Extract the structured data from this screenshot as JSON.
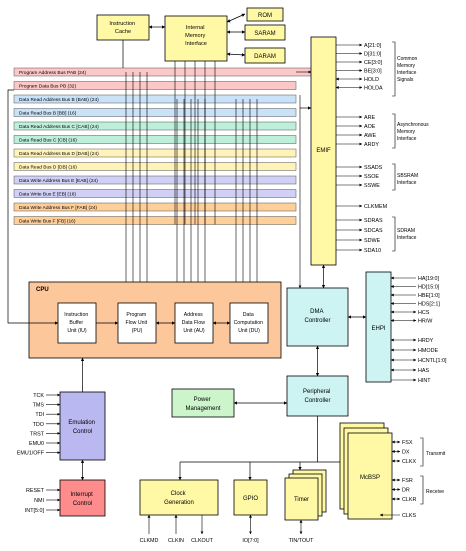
{
  "blocks": {
    "instruction_cache": [
      "Instruction",
      "Cache"
    ],
    "internal_memory_interface": [
      "Internal",
      "Memory",
      "Interface"
    ],
    "rom": "ROM",
    "saram": "SARAM",
    "daram": "DARAM",
    "emif": "EMIF",
    "cpu": "CPU",
    "ibu": [
      "Instruction",
      "Buffer",
      "Unit (IU)"
    ],
    "pu": [
      "Program",
      "Flow Unit",
      "(PU)"
    ],
    "au": [
      "Address",
      "Data Flow",
      "Unit (AU)"
    ],
    "du": [
      "Data",
      "Computation",
      "Unit (DU)"
    ],
    "dma": [
      "DMA",
      "Controller"
    ],
    "ehpi": "EHPI",
    "power_management": [
      "Power",
      "Management"
    ],
    "peripheral_controller": [
      "Peripheral",
      "Controller"
    ],
    "emulation_control": [
      "Emulation",
      "Control"
    ],
    "interrupt_control": [
      "Interrupt",
      "Control"
    ],
    "clock_generation": [
      "Clock",
      "Generation"
    ],
    "gpio": "GPIO",
    "timer": "Timer",
    "mcbsp": "McBSP"
  },
  "buses": [
    "Program Address Bus PAB (24)",
    "Program Data Bus PB (32)",
    "Data Read Address Bus B (BAB) (24)",
    "Data Read Bus B [BB] (16)",
    "Data Read Address Bus C [CAB] (24)",
    "Data Read Bus C [CB] (16)",
    "Data Read Address Bus D [DAB] (24)",
    "Data Read Bus D [DB] (16)",
    "Data Write Address Bus E [EAB] (24)",
    "Data Write Bus E [EB] (16)",
    "Data Write Address Bus F [FAB] (24)",
    "Data Write Bus F [FB] (16)"
  ],
  "emif_signals": {
    "common": [
      "A[21:0]",
      "D[31:0]",
      "CE[3:0]",
      "BE[3:0]",
      "HOLD",
      "HOLDA"
    ],
    "async": [
      "ARE",
      "AOE",
      "AWE",
      "ARDY"
    ],
    "sbsram": [
      "SSADS",
      "SSOE",
      "SSWE"
    ],
    "clk": "CLKMEM",
    "sdram": [
      "SDRAS",
      "SDCAS",
      "SDWE",
      "SDA10"
    ]
  },
  "group_labels": {
    "common": [
      "Common",
      "Memory",
      "Interface",
      "Signals"
    ],
    "async": [
      "Asynchronous",
      "Memory",
      "Interface"
    ],
    "sbsram": [
      "SBSRAM",
      "Interface"
    ],
    "sdram": [
      "SDRAM",
      "Interface"
    ],
    "transmit": "Transmit",
    "receive": "Receive"
  },
  "ehpi_signals": [
    "HA[19:0]",
    "HD[15:0]",
    "HBE[1:0]",
    "HDS[2:1]",
    "HCS",
    "HR/W",
    "HRDY",
    "HMODE",
    "HCNTL[1:0]",
    "HAS",
    "HINT"
  ],
  "emu_signals": [
    "TCK",
    "TMS",
    "TDI",
    "TDO",
    "TRST",
    "EMU0",
    "EMU1/OFF"
  ],
  "int_signals": [
    "RESET",
    "NMI",
    "INT[5:0]"
  ],
  "clock_signals": [
    "CLKMD",
    "CLKIN",
    "CLKOUT"
  ],
  "gpio_signal": "IO[7:0]",
  "timer_signal": "TIN/TOUT",
  "mcbsp_transmit": [
    "FSX",
    "DX",
    "CLKX"
  ],
  "mcbsp_receive": [
    "FSR",
    "DR",
    "CLKR"
  ],
  "mcbsp_clks": "CLKS",
  "colors": {
    "yellow": "#fff9a6",
    "cpu": "#fcc79a",
    "cpu_unit": "#ffffff",
    "cyan": "#cdf3f3",
    "green": "#ccf5cc",
    "purple": "#b9b8f0",
    "red": "#ff8c8c",
    "bus": [
      "#fbc7c7",
      "#fbc7c7",
      "#c9e2f8",
      "#c9e2f8",
      "#bdefdb",
      "#bdefdb",
      "#fff3b8",
      "#fff3b8",
      "#d0d0f6",
      "#d0d0f6",
      "#ffcf99",
      "#ffcf99"
    ]
  }
}
